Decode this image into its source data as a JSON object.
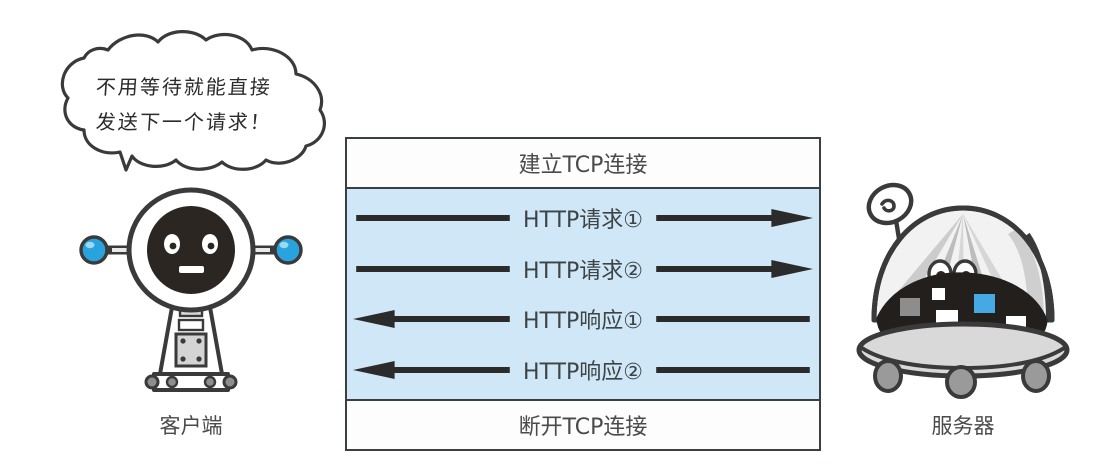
{
  "bubble": {
    "lines": [
      "不用等待就能直接",
      "发送下一个请求！"
    ]
  },
  "client": {
    "label": "客户端",
    "accent_color": "#29a3dd"
  },
  "server": {
    "label": "服务器",
    "accent_color": "#3ea8e0"
  },
  "sequence": {
    "header": "建立TCP连接",
    "footer": "断开TCP连接",
    "band_color": "#cfe7f6",
    "border_color": "#3a3f42",
    "rows": [
      {
        "label": "HTTP请求①",
        "direction": "right"
      },
      {
        "label": "HTTP请求②",
        "direction": "right"
      },
      {
        "label": "HTTP响应①",
        "direction": "left"
      },
      {
        "label": "HTTP响应②",
        "direction": "left"
      }
    ]
  }
}
